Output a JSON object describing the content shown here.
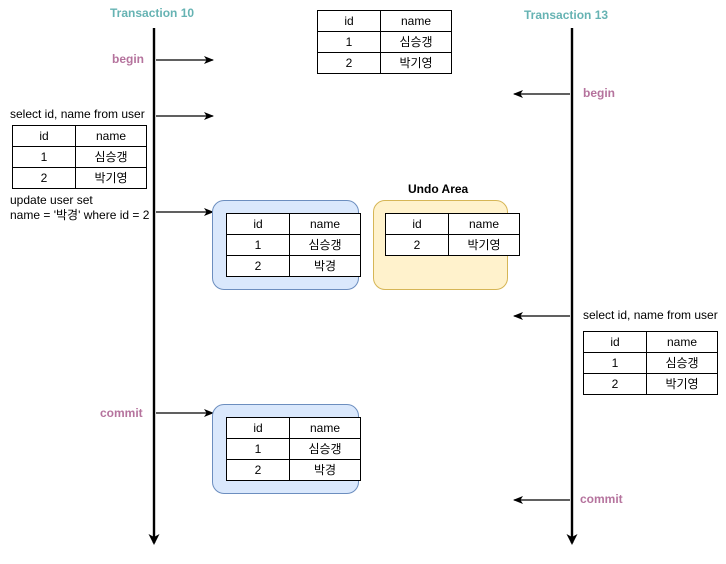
{
  "diagram": {
    "title": "MVCC transaction timeline",
    "colors": {
      "lifeline_title": "#66b3b3",
      "action_label": "#b5739d",
      "blue_box_fill": "#dae8fc",
      "blue_box_stroke": "#6c8ebf",
      "yellow_box_fill": "#fff2cc",
      "yellow_box_stroke": "#d6b656",
      "line": "#000000",
      "text": "#000000"
    }
  },
  "lifelines": [
    {
      "name": "left",
      "title": "Transaction 10"
    },
    {
      "name": "right",
      "title": "Transaction 13"
    }
  ],
  "labels": {
    "left_begin": "begin",
    "left_commit": "commit",
    "right_begin": "begin",
    "right_commit": "commit",
    "undo_area": "Undo Area"
  },
  "statements": {
    "left_select": "select id, name from user",
    "left_update_line1": "update user set",
    "left_update_line2": "name = '박경' where id = 2",
    "right_select": "select id, name from user"
  },
  "table_headers": {
    "id": "id",
    "name": "name"
  },
  "tables": {
    "initial": {
      "rows": [
        {
          "id": "1",
          "name": "심승갱"
        },
        {
          "id": "2",
          "name": "박기영"
        }
      ]
    },
    "left_select_result": {
      "rows": [
        {
          "id": "1",
          "name": "심승갱"
        },
        {
          "id": "2",
          "name": "박기영"
        }
      ]
    },
    "after_update": {
      "rows": [
        {
          "id": "1",
          "name": "심승갱"
        },
        {
          "id": "2",
          "name": "박경"
        }
      ]
    },
    "undo": {
      "rows": [
        {
          "id": "2",
          "name": "박기영"
        }
      ]
    },
    "right_select_result": {
      "rows": [
        {
          "id": "1",
          "name": "심승갱"
        },
        {
          "id": "2",
          "name": "박기영"
        }
      ]
    },
    "after_commit": {
      "rows": [
        {
          "id": "1",
          "name": "심승갱"
        },
        {
          "id": "2",
          "name": "박경"
        }
      ]
    }
  }
}
